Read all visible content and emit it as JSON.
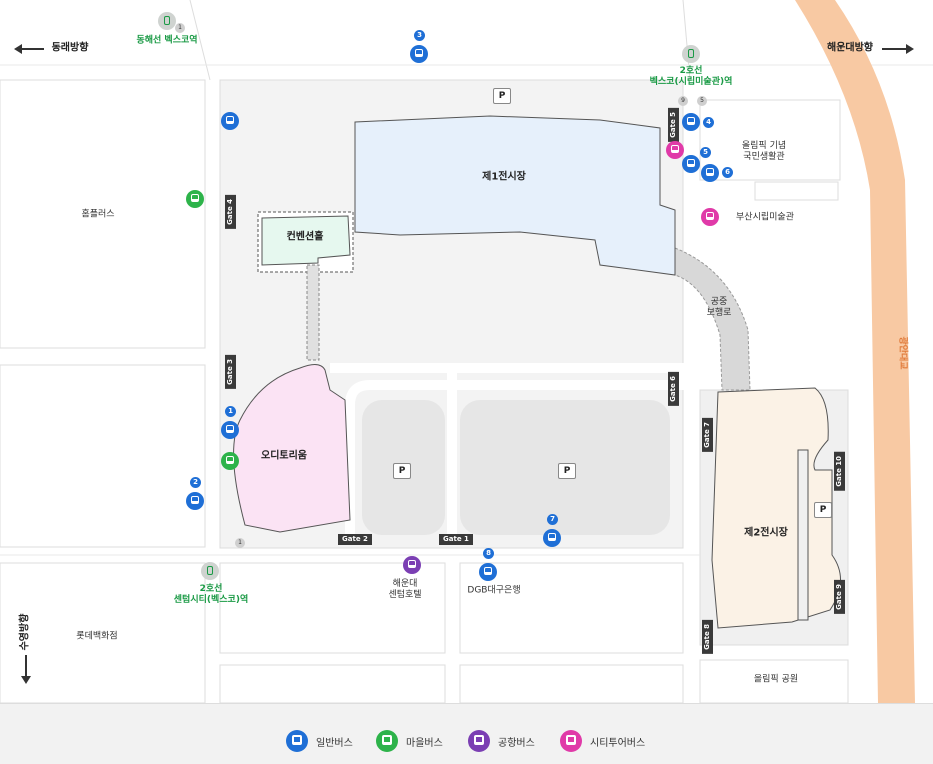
{
  "directions": {
    "west": "동래방향",
    "east": "해운대방향",
    "south": "수영방향"
  },
  "stations": {
    "donghae": "동해선 벡스코역",
    "bexco_line2": "2호선\n벡스코(시립미술관)역",
    "centum_line2": "2호선\n센텀시티(벡스코)역"
  },
  "buildings": {
    "hall1": "제1전시장",
    "hall2": "제2전시장",
    "convention": "컨벤션홀",
    "auditorium": "오디토리움",
    "olympic_center": "올림픽 기념\n국민생활관",
    "art_museum": "부산시립미술관",
    "homeplus": "홈플러스",
    "lotte": "롯데백화점",
    "novotel": "해운대\n센텀호텔",
    "dgb": "DGB대구은행",
    "olympic_park": "올림픽 공원",
    "skywalk": "공중\n보행로",
    "bridge": "광안대교"
  },
  "gates": [
    "Gate 1",
    "Gate 2",
    "Gate 3",
    "Gate 4",
    "Gate 5",
    "Gate 6",
    "Gate 7",
    "Gate 8",
    "Gate 9",
    "Gate 10"
  ],
  "parking": "P",
  "bus_stop_numbers": [
    "1",
    "2",
    "3",
    "4",
    "5",
    "6",
    "7",
    "8"
  ],
  "subway_exit_numbers": [
    "1",
    "9",
    "5"
  ],
  "legend": {
    "general": "일반버스",
    "town": "마을버스",
    "airport": "공항버스",
    "city_tour": "시티투어버스"
  },
  "colors": {
    "general_bus": "#1f6fd6",
    "town_bus": "#2db34a",
    "airport_bus": "#7b3fb3",
    "city_tour_bus": "#e03aa8",
    "subway": "#1a9a45",
    "hall1_fill": "#e6f0fb",
    "hall2_fill": "#fbf2e6",
    "convention_fill": "#e6f8ef",
    "auditorium_fill": "#fbe3f4",
    "bridge_road": "#f8c9a3"
  },
  "icons": [
    "bus-icon",
    "subway-icon",
    "arrow-left-icon",
    "arrow-right-icon",
    "arrow-down-icon"
  ]
}
